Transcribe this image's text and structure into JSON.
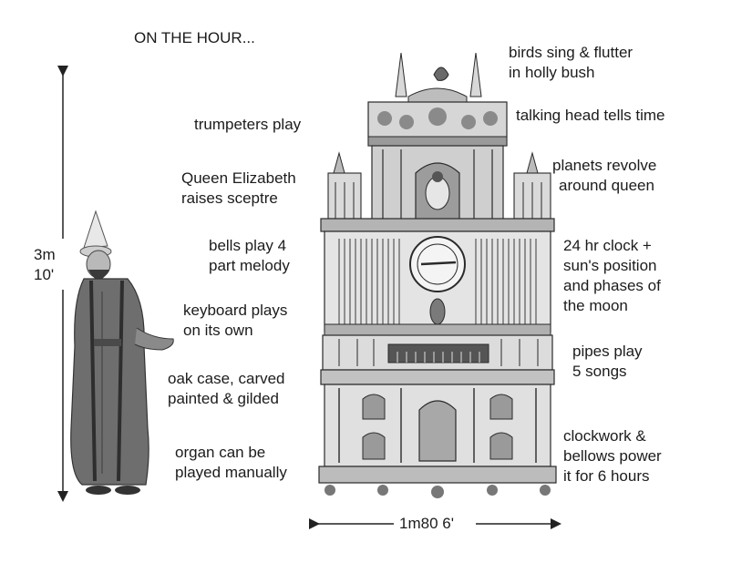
{
  "title": "ON THE HOUR...",
  "left_labels": [
    {
      "id": "trumpeters",
      "lines": [
        "trumpeters play"
      ]
    },
    {
      "id": "queen",
      "lines": [
        "Queen Elizabeth",
        "raises sceptre"
      ]
    },
    {
      "id": "bells",
      "lines": [
        "bells play 4",
        "part melody"
      ]
    },
    {
      "id": "keyboard",
      "lines": [
        "keyboard plays",
        "on its own"
      ]
    },
    {
      "id": "case",
      "lines": [
        "oak case, carved",
        "painted & gilded"
      ]
    },
    {
      "id": "manual",
      "lines": [
        "organ can be",
        "played manually"
      ]
    }
  ],
  "right_labels": [
    {
      "id": "birds",
      "lines": [
        "birds sing & flutter",
        "in holly bush"
      ]
    },
    {
      "id": "head",
      "lines": [
        "talking head tells time"
      ]
    },
    {
      "id": "planets",
      "lines": [
        "planets revolve",
        "around queen"
      ]
    },
    {
      "id": "clock",
      "lines": [
        "24 hr clock +",
        "sun's position",
        "and phases of",
        "the moon"
      ]
    },
    {
      "id": "pipes",
      "lines": [
        "pipes play",
        "5 songs"
      ]
    },
    {
      "id": "clockwork",
      "lines": [
        "clockwork &",
        "bellows power",
        "it for 6 hours"
      ]
    }
  ],
  "height_label": [
    "3m",
    "10'"
  ],
  "width_label": "1m80 6'"
}
